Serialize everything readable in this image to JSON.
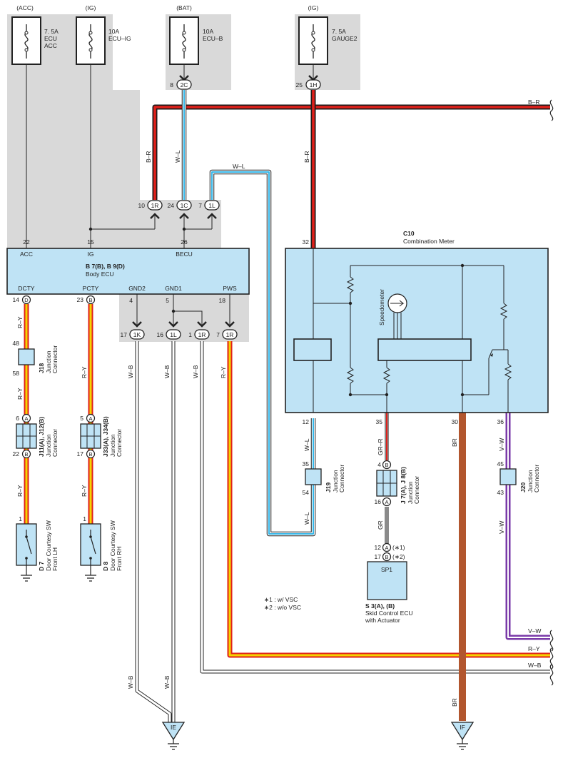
{
  "colors": {
    "gray_block": "#d9d9d9",
    "box_fill": "#bfe3f5",
    "red": "#e0201a",
    "black": "#1a1a1a",
    "white_wire": "#ffffff",
    "blue": "#35b6e8",
    "yellow": "#f4d400",
    "orange_stripe": "#f29a2a",
    "brown": "#b2562e",
    "violet": "#7a3aa8",
    "green_wire": "#9fd3a0",
    "gray_wire": "#8a8a8a"
  },
  "fuses": [
    {
      "source": "(ACC)",
      "rating": "7. 5A",
      "name1": "ECU",
      "name2": "ACC"
    },
    {
      "source": "(IG)",
      "rating": "10A",
      "name1": "ECU–IG",
      "name2": ""
    },
    {
      "source": "(BAT)",
      "rating": "10A",
      "name1": "ECU–B",
      "name2": ""
    },
    {
      "source": "(IG)",
      "rating": "7. 5A",
      "name1": "GAUGE2",
      "name2": ""
    }
  ],
  "connectors": {
    "c2C": {
      "pin": "8",
      "id": "2C"
    },
    "c1H": {
      "pin": "25",
      "id": "1H"
    },
    "c1R_top": {
      "pin": "10",
      "id": "1R"
    },
    "c1C": {
      "pin": "24",
      "id": "1C"
    },
    "c1L_top": {
      "pin": "7",
      "id": "1L"
    },
    "c1K": {
      "pin": "17",
      "id": "1K"
    },
    "c1L_bot": {
      "pin": "16",
      "id": "1L"
    },
    "c1R_a": {
      "pin": "1",
      "id": "1R"
    },
    "c1R_b": {
      "pin": "7",
      "id": "1R"
    }
  },
  "body_ecu": {
    "title1": "B 7(B), B 9(D)",
    "title2": "Body ECU",
    "top_pins": [
      {
        "num": "22",
        "name": "ACC"
      },
      {
        "num": "15",
        "name": "IG"
      },
      {
        "num": "26",
        "name": "BECU"
      }
    ],
    "bottom_pins": [
      {
        "num": "14",
        "name": "DCTY",
        "conn": "D"
      },
      {
        "num": "23",
        "name": "PCTY",
        "conn": "B"
      },
      {
        "num": "4",
        "name": "GND2",
        "conn": ""
      },
      {
        "num": "5",
        "name": "GND1",
        "conn": ""
      },
      {
        "num": "18",
        "name": "PWS",
        "conn": ""
      }
    ]
  },
  "meter": {
    "id": "C10",
    "name": "Combination Meter",
    "pin_in": "32",
    "speedometer": "Speedometer",
    "pins_out": [
      "12",
      "35",
      "30",
      "36"
    ]
  },
  "junctions": {
    "j18": {
      "p_top": "48",
      "p_bot": "58",
      "id": "J18",
      "l1": "Junction",
      "l2": "Connector"
    },
    "j11": {
      "p_top": "6",
      "p_bot": "22",
      "c_top": "A",
      "c_bot": "B",
      "id": "J11(A), J12(B)",
      "l1": "Junction",
      "l2": "Connector"
    },
    "j33": {
      "p_top": "5",
      "p_bot": "17",
      "c_top": "A",
      "c_bot": "B",
      "id": "J33(A), J34(B)",
      "l1": "Junction",
      "l2": "Connector"
    },
    "j19": {
      "p_top": "35",
      "p_bot": "54",
      "id": "J19",
      "l1": "Junction",
      "l2": "Connector"
    },
    "j7": {
      "p_top": "4",
      "p_bot": "16",
      "c_top": "B",
      "c_bot": "A",
      "id": "J 7(A), J 8(B)",
      "l1": "Junction",
      "l2": "Connector"
    },
    "j20": {
      "p_top": "45",
      "p_bot": "43",
      "id": "J20",
      "l1": "Junction",
      "l2": "Connector"
    }
  },
  "switches": {
    "d7": {
      "pin": "1",
      "id": "D 7",
      "l1": "Door Courtesy SW",
      "l2": "Front LH"
    },
    "d8": {
      "pin": "1",
      "id": "D 8",
      "l1": "Door Courtesy SW",
      "l2": "Front RH"
    }
  },
  "skid": {
    "pin1": "12",
    "c1": "A",
    "n1": "(∗1)",
    "pin2": "17",
    "c2": "B",
    "n2": "(∗2)",
    "box_label": "SP1",
    "id": "S 3(A), (B)",
    "name1": "Skid Control ECU",
    "name2": "with Actuator"
  },
  "notes": [
    "∗1 : w/ VSC",
    "∗2 : w/o VSC"
  ],
  "grounds": [
    "IE",
    "IF"
  ],
  "wire_labels": {
    "br_top": "B–R",
    "wl_top": "W–L",
    "br_mid": "B–R",
    "wl_loop": "W–L",
    "ry1": "R–Y",
    "ry2": "R–Y",
    "ry3": "R–Y",
    "ry4": "R–Y",
    "ry5": "R–Y",
    "wb1": "W–B",
    "wb2": "W–B",
    "wb3": "W–B",
    "ry_pws": "R–Y",
    "wl_j19a": "W–L",
    "wl_j19b": "W–L",
    "grr": "GR–R",
    "gr": "GR",
    "br_meter": "BR",
    "br_bottom": "BR",
    "vw1": "V–W",
    "vw2": "V–W",
    "wb_ground1": "W–B",
    "wb_ground2": "W–B",
    "right_br": "B–R",
    "right_vw": "V–W",
    "right_ry": "R–Y",
    "right_wb": "W–B"
  }
}
